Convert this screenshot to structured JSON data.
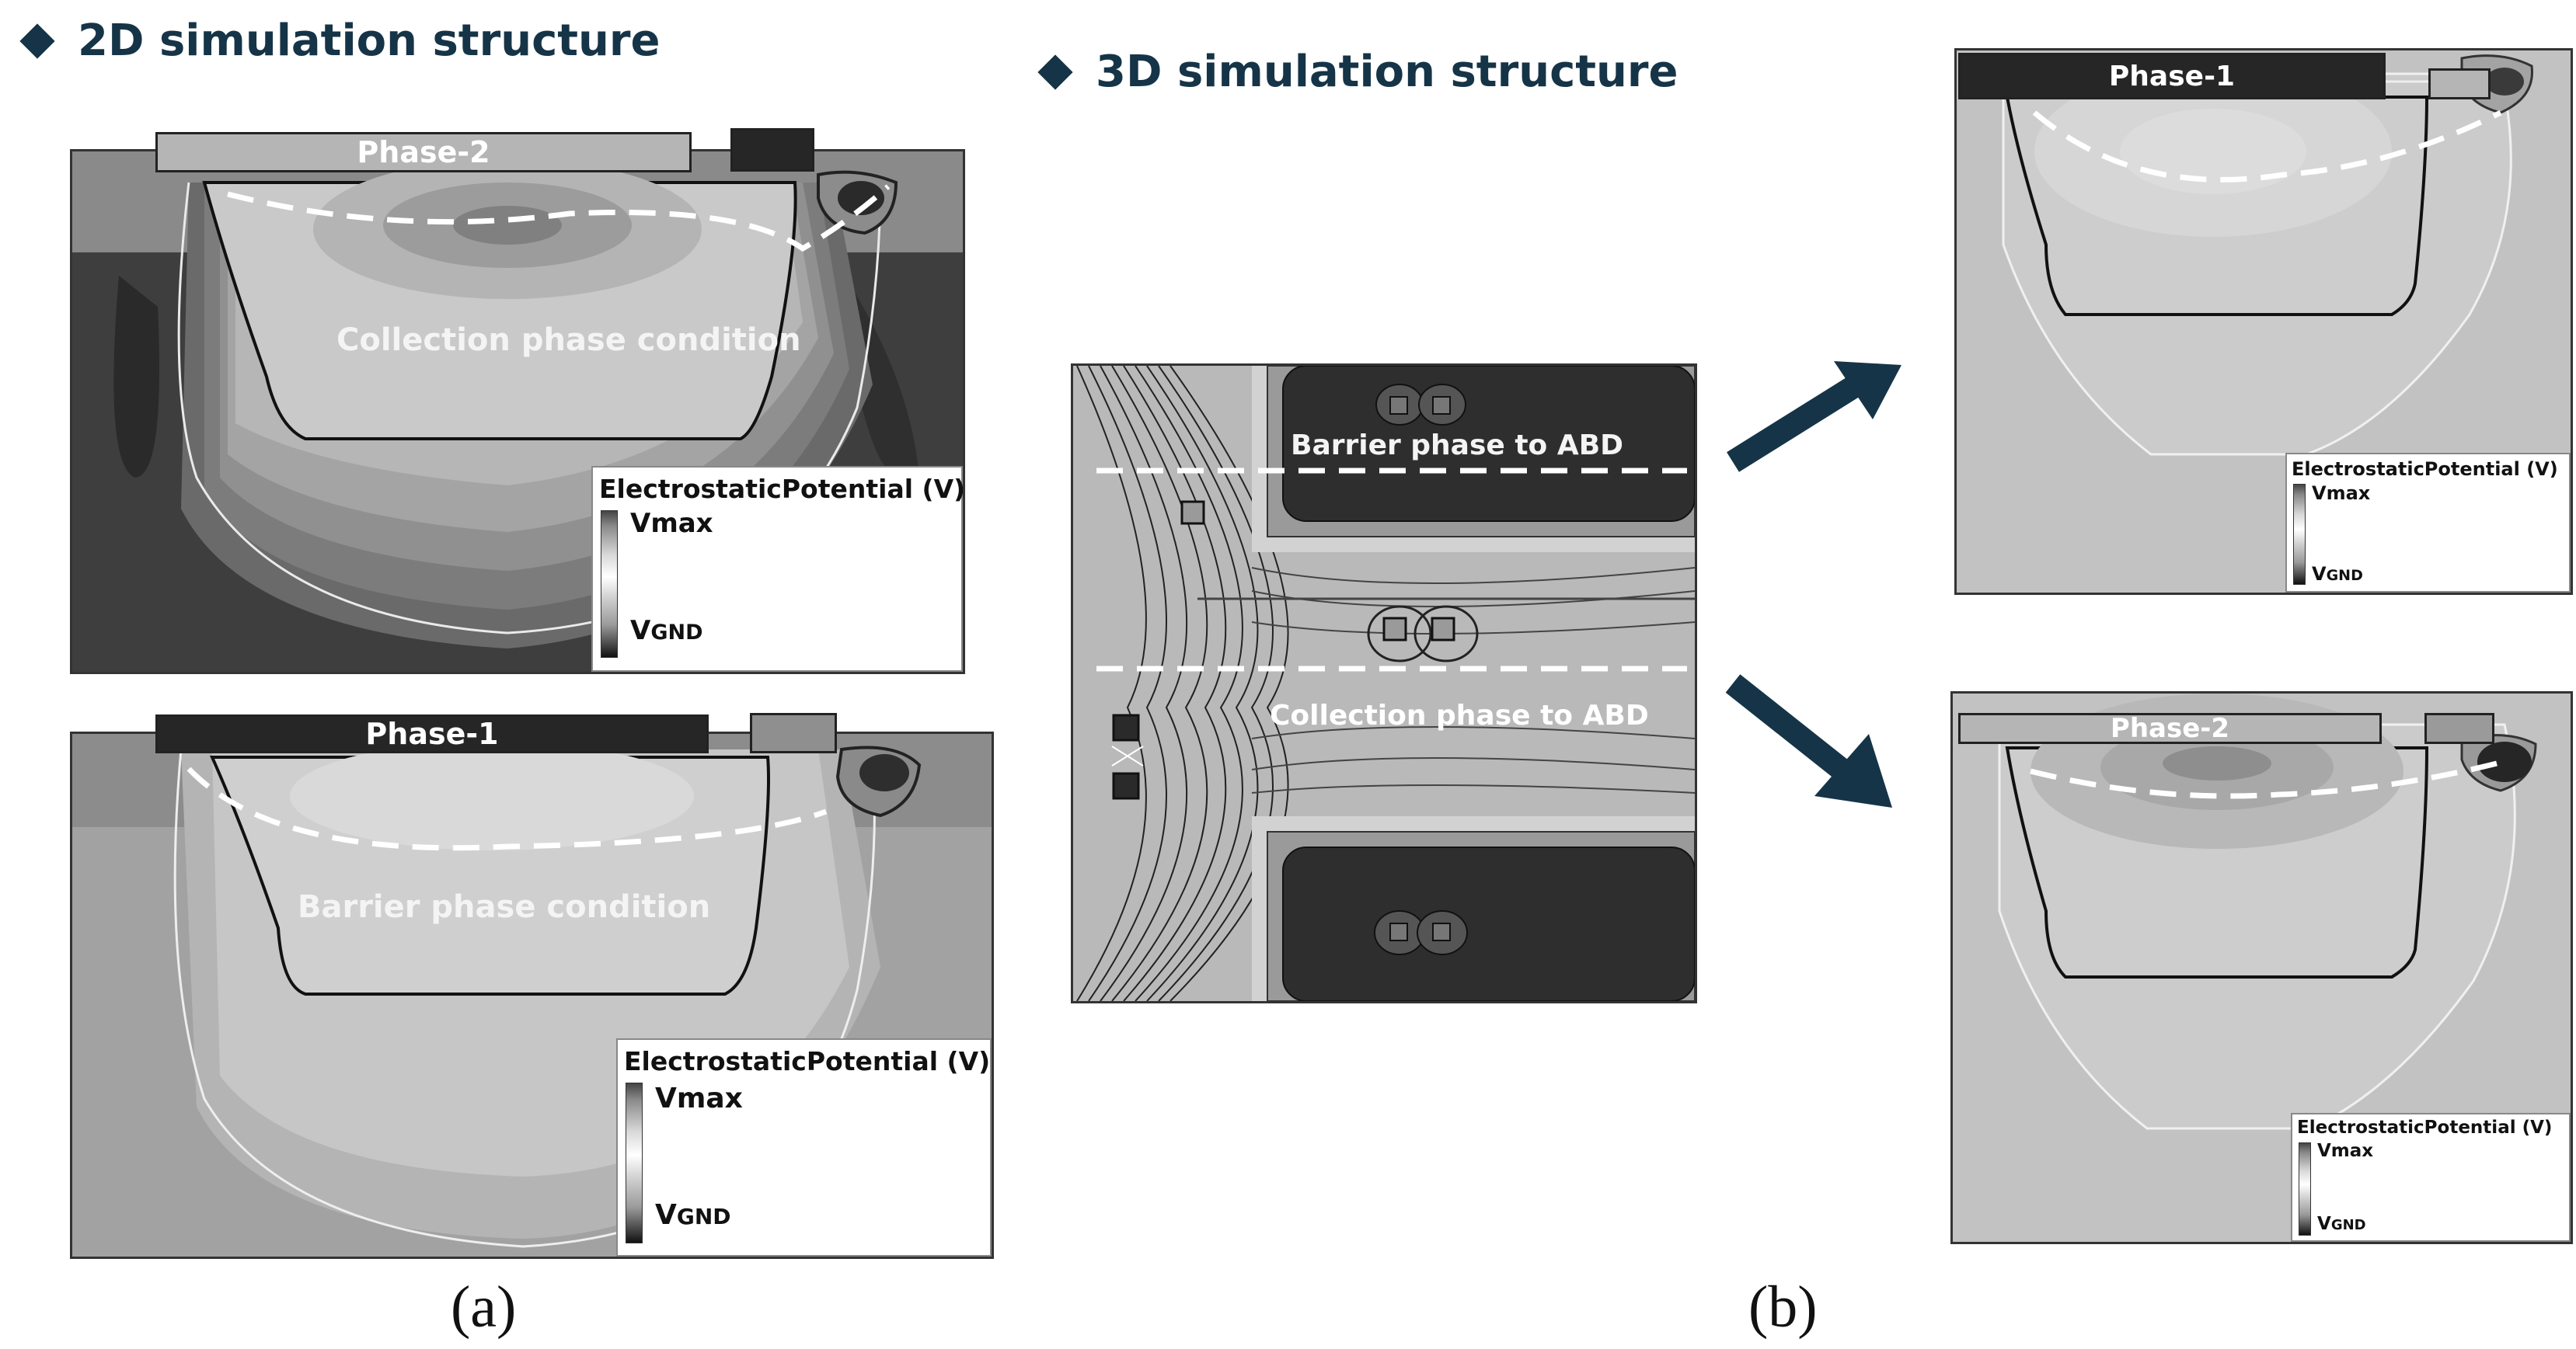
{
  "headings": {
    "left": "2D simulation structure",
    "middle": "3D simulation structure"
  },
  "panel_2d_top": {
    "gate_label": "Phase-2",
    "condition": "Collection phase condition",
    "legend": {
      "title": "ElectrostaticPotential (V)",
      "max": "Vmax",
      "gnd_prefix": "V",
      "gnd_sub": "GND"
    }
  },
  "panel_2d_bottom": {
    "gate_label": "Phase-1",
    "condition": "Barrier phase condition",
    "legend": {
      "title": "ElectrostaticPotential (V)",
      "max": "Vmax",
      "gnd_prefix": "V",
      "gnd_sub": "GND"
    }
  },
  "panel_3d_plan": {
    "barrier_label": "Barrier phase to ABD",
    "collection_label": "Collection phase to ABD"
  },
  "panel_3d_top": {
    "gate_label": "Phase-1",
    "legend": {
      "title": "ElectrostaticPotential (V)",
      "max": "Vmax",
      "gnd_prefix": "V",
      "gnd_sub": "GND"
    }
  },
  "panel_3d_bottom": {
    "gate_label": "Phase-2",
    "legend": {
      "title": "ElectrostaticPotential (V)",
      "max": "Vmax",
      "gnd_prefix": "V",
      "gnd_sub": "GND"
    }
  },
  "captions": {
    "a": "(a)",
    "b": "(b)"
  },
  "colors": {
    "heading": "#163447",
    "arrow": "#163447",
    "gate_dark": "#262626",
    "gate_light": "#b5b5b5",
    "dashed_line": "#ffffff"
  }
}
